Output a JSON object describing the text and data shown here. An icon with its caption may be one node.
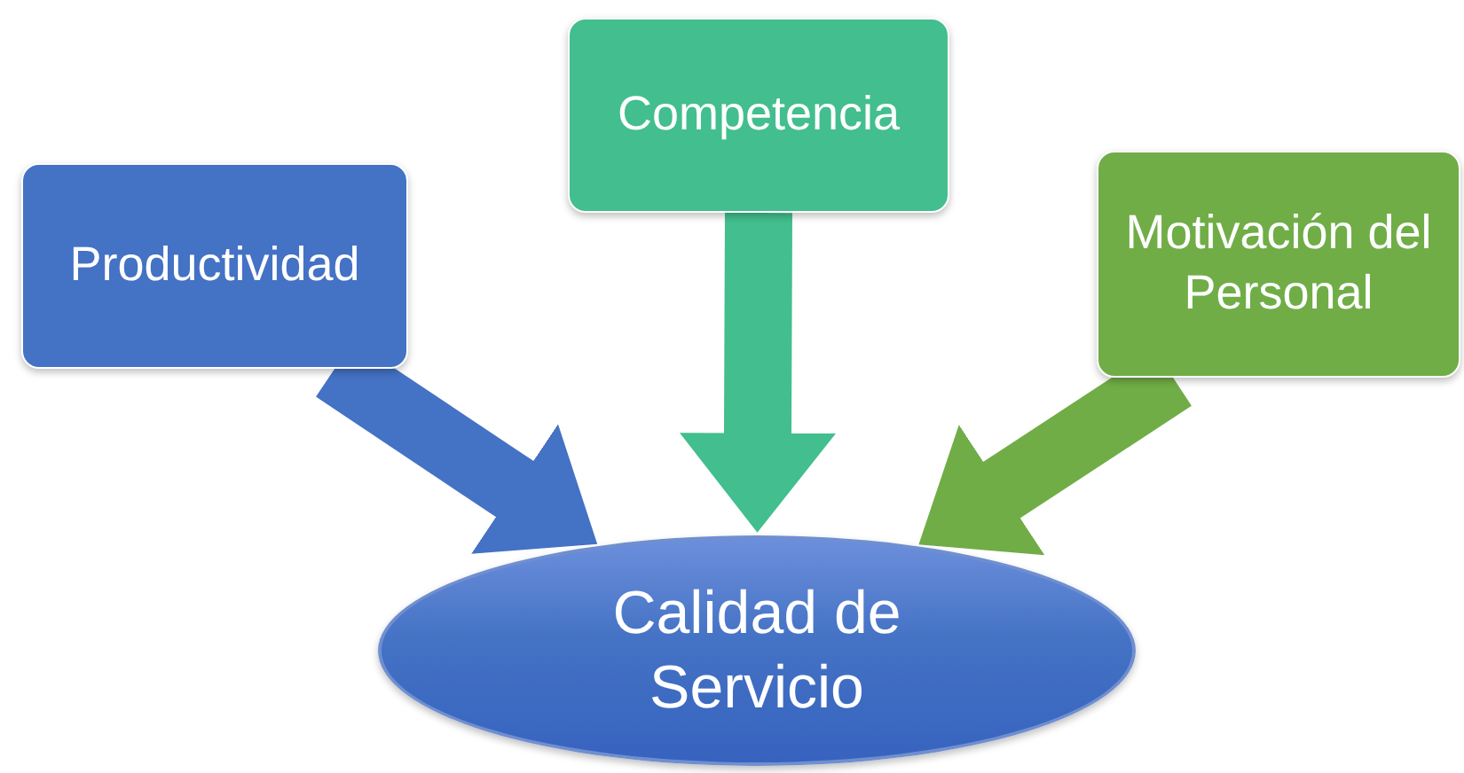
{
  "diagram": {
    "nodes": [
      {
        "text": [
          "Productividad"
        ]
      },
      {
        "text": [
          "Competencia"
        ]
      },
      {
        "text": [
          "Motivación del Personal"
        ]
      },
      {
        "text": [
          "Calidad de Servicio"
        ]
      }
    ],
    "edges": [
      {
        "from": 0,
        "to": 3,
        "arrow": "to",
        "color": "#4472c4"
      },
      {
        "from": 1,
        "to": 3,
        "arrow": "to",
        "color": "#43be8e"
      },
      {
        "from": 2,
        "to": 3,
        "arrow": "to",
        "color": "#70ad47"
      }
    ]
  }
}
